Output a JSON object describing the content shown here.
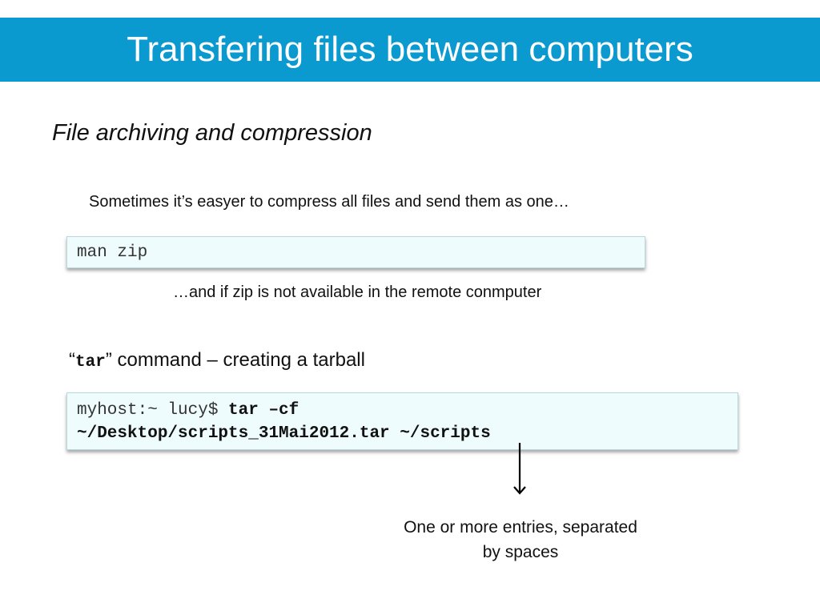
{
  "slide": {
    "title": "Transfering files between computers",
    "section_heading": "File archiving and compression",
    "intro_text": "Sometimes it’s easyer to compress all files and send them as one…",
    "command_1": "man zip",
    "followup_text": "…and if zip is not available in the remote conmputer",
    "tar_heading": {
      "open_quote": "“",
      "command_word": "tar",
      "rest": "” command – creating a tarball"
    },
    "command_2": {
      "prompt": "myhost:~ lucy$ ",
      "command_part": "tar –cf",
      "arguments": "~/Desktop/scripts_31Mai2012.tar ~/scripts"
    },
    "annotation": {
      "line_1": "One or more entries, separated",
      "line_2": "by spaces"
    }
  },
  "colors": {
    "title_bar": "#0a9ad0",
    "code_background": "#eefcfd"
  },
  "icons": {
    "annotation_arrow": "arrow-down-icon"
  }
}
